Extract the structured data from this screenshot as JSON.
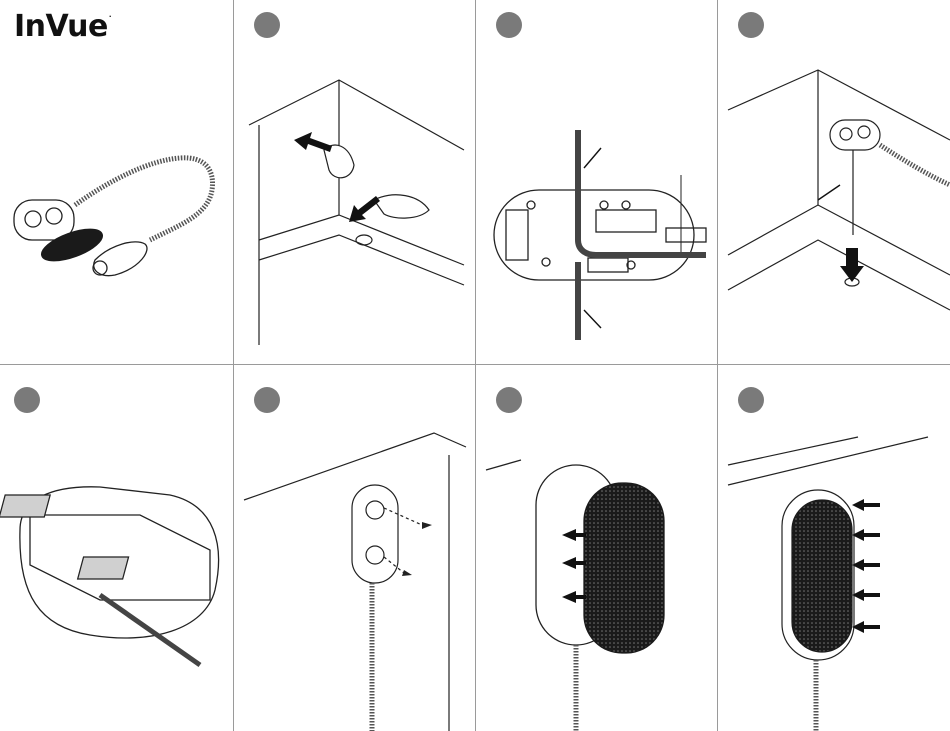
{
  "brand": {
    "name": "InVue",
    "mark": "."
  },
  "colors": {
    "badge": "#7a7a7a",
    "line": "#222222",
    "divider": "#9a9a9a",
    "pad": "#1a1a1a"
  },
  "panels": [
    {
      "id": "product-overview",
      "badge": false
    },
    {
      "id": "step-clean-surface",
      "badge": true
    },
    {
      "id": "step-route-cable",
      "badge": true
    },
    {
      "id": "step-feed-cable-through-hole",
      "badge": true
    },
    {
      "id": "step-peel-adhesive-liners",
      "badge": true
    },
    {
      "id": "step-screw-mount",
      "badge": true
    },
    {
      "id": "step-attach-adhesive-pad",
      "badge": true
    },
    {
      "id": "step-press-to-secure",
      "badge": true
    }
  ]
}
